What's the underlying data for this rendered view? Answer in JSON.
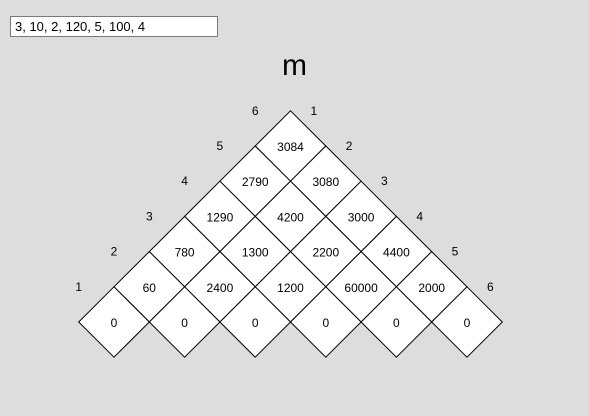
{
  "input": {
    "value": "3, 10, 2, 120, 5, 100, 4"
  },
  "title": "m",
  "left_labels": [
    "1",
    "2",
    "3",
    "4",
    "5",
    "6"
  ],
  "right_labels": [
    "1",
    "2",
    "3",
    "4",
    "5",
    "6"
  ],
  "rows": [
    [
      "3084"
    ],
    [
      "2790",
      "3080"
    ],
    [
      "1290",
      "4200",
      "3000"
    ],
    [
      "780",
      "1300",
      "2200",
      "4400"
    ],
    [
      "60",
      "2400",
      "1200",
      "60000",
      "2000"
    ],
    [
      "0",
      "0",
      "0",
      "0",
      "0",
      "0"
    ]
  ]
}
